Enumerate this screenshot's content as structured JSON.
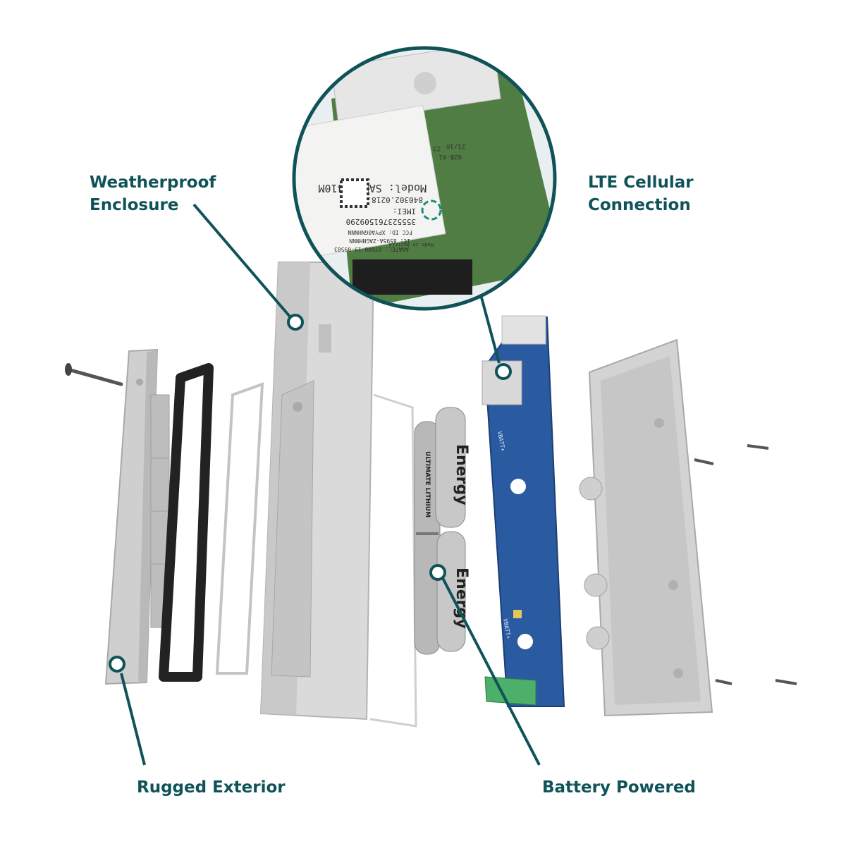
{
  "colors": {
    "accent": "#0f5359",
    "enclosure": "#d6d6d6",
    "pcb": "#2a5aa0",
    "gasket": "#222222",
    "terminal": "#4caf6a"
  },
  "callouts": {
    "weatherproof": "Weatherproof\nEnclosure",
    "lte": "LTE Cellular\nConnection",
    "rugged": "Rugged Exterior",
    "battery": "Battery Powered"
  },
  "module": {
    "model": "Model: SARA-R410M",
    "part": "840302.0218.000",
    "imei_label": "IMEI:",
    "imei": "355523761509290",
    "fcc": "FCC ID: XPYA0GNHNNN",
    "ic": "IC: 8595A-ZAGNHNNN",
    "anatel": "ANATEL: 07688-19-09503",
    "rev": "02B-01",
    "date": "21/16",
    "lot": "23",
    "made": "Made in Austria"
  },
  "battery": {
    "brand": "Energy",
    "line": "ULTIMATE LITHIUM"
  },
  "pcb": {
    "label": "VBATT+"
  }
}
